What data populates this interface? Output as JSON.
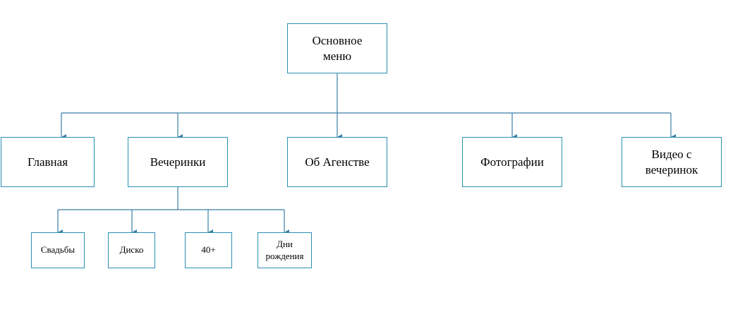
{
  "diagram": {
    "root": {
      "label": "Основное\nменю"
    },
    "menu": [
      {
        "label": "Главная"
      },
      {
        "label": "Вечеринки"
      },
      {
        "label": "Об Агенстве"
      },
      {
        "label": "Фотографии"
      },
      {
        "label": "Видео с\nвечеринок"
      }
    ],
    "submenu": [
      {
        "label": "Свадьбы"
      },
      {
        "label": "Диско"
      },
      {
        "label": "40+"
      },
      {
        "label": "Дни\nрождения"
      }
    ],
    "colors": {
      "border": "#2a8fb4",
      "connector": "#3a7ea6"
    }
  }
}
